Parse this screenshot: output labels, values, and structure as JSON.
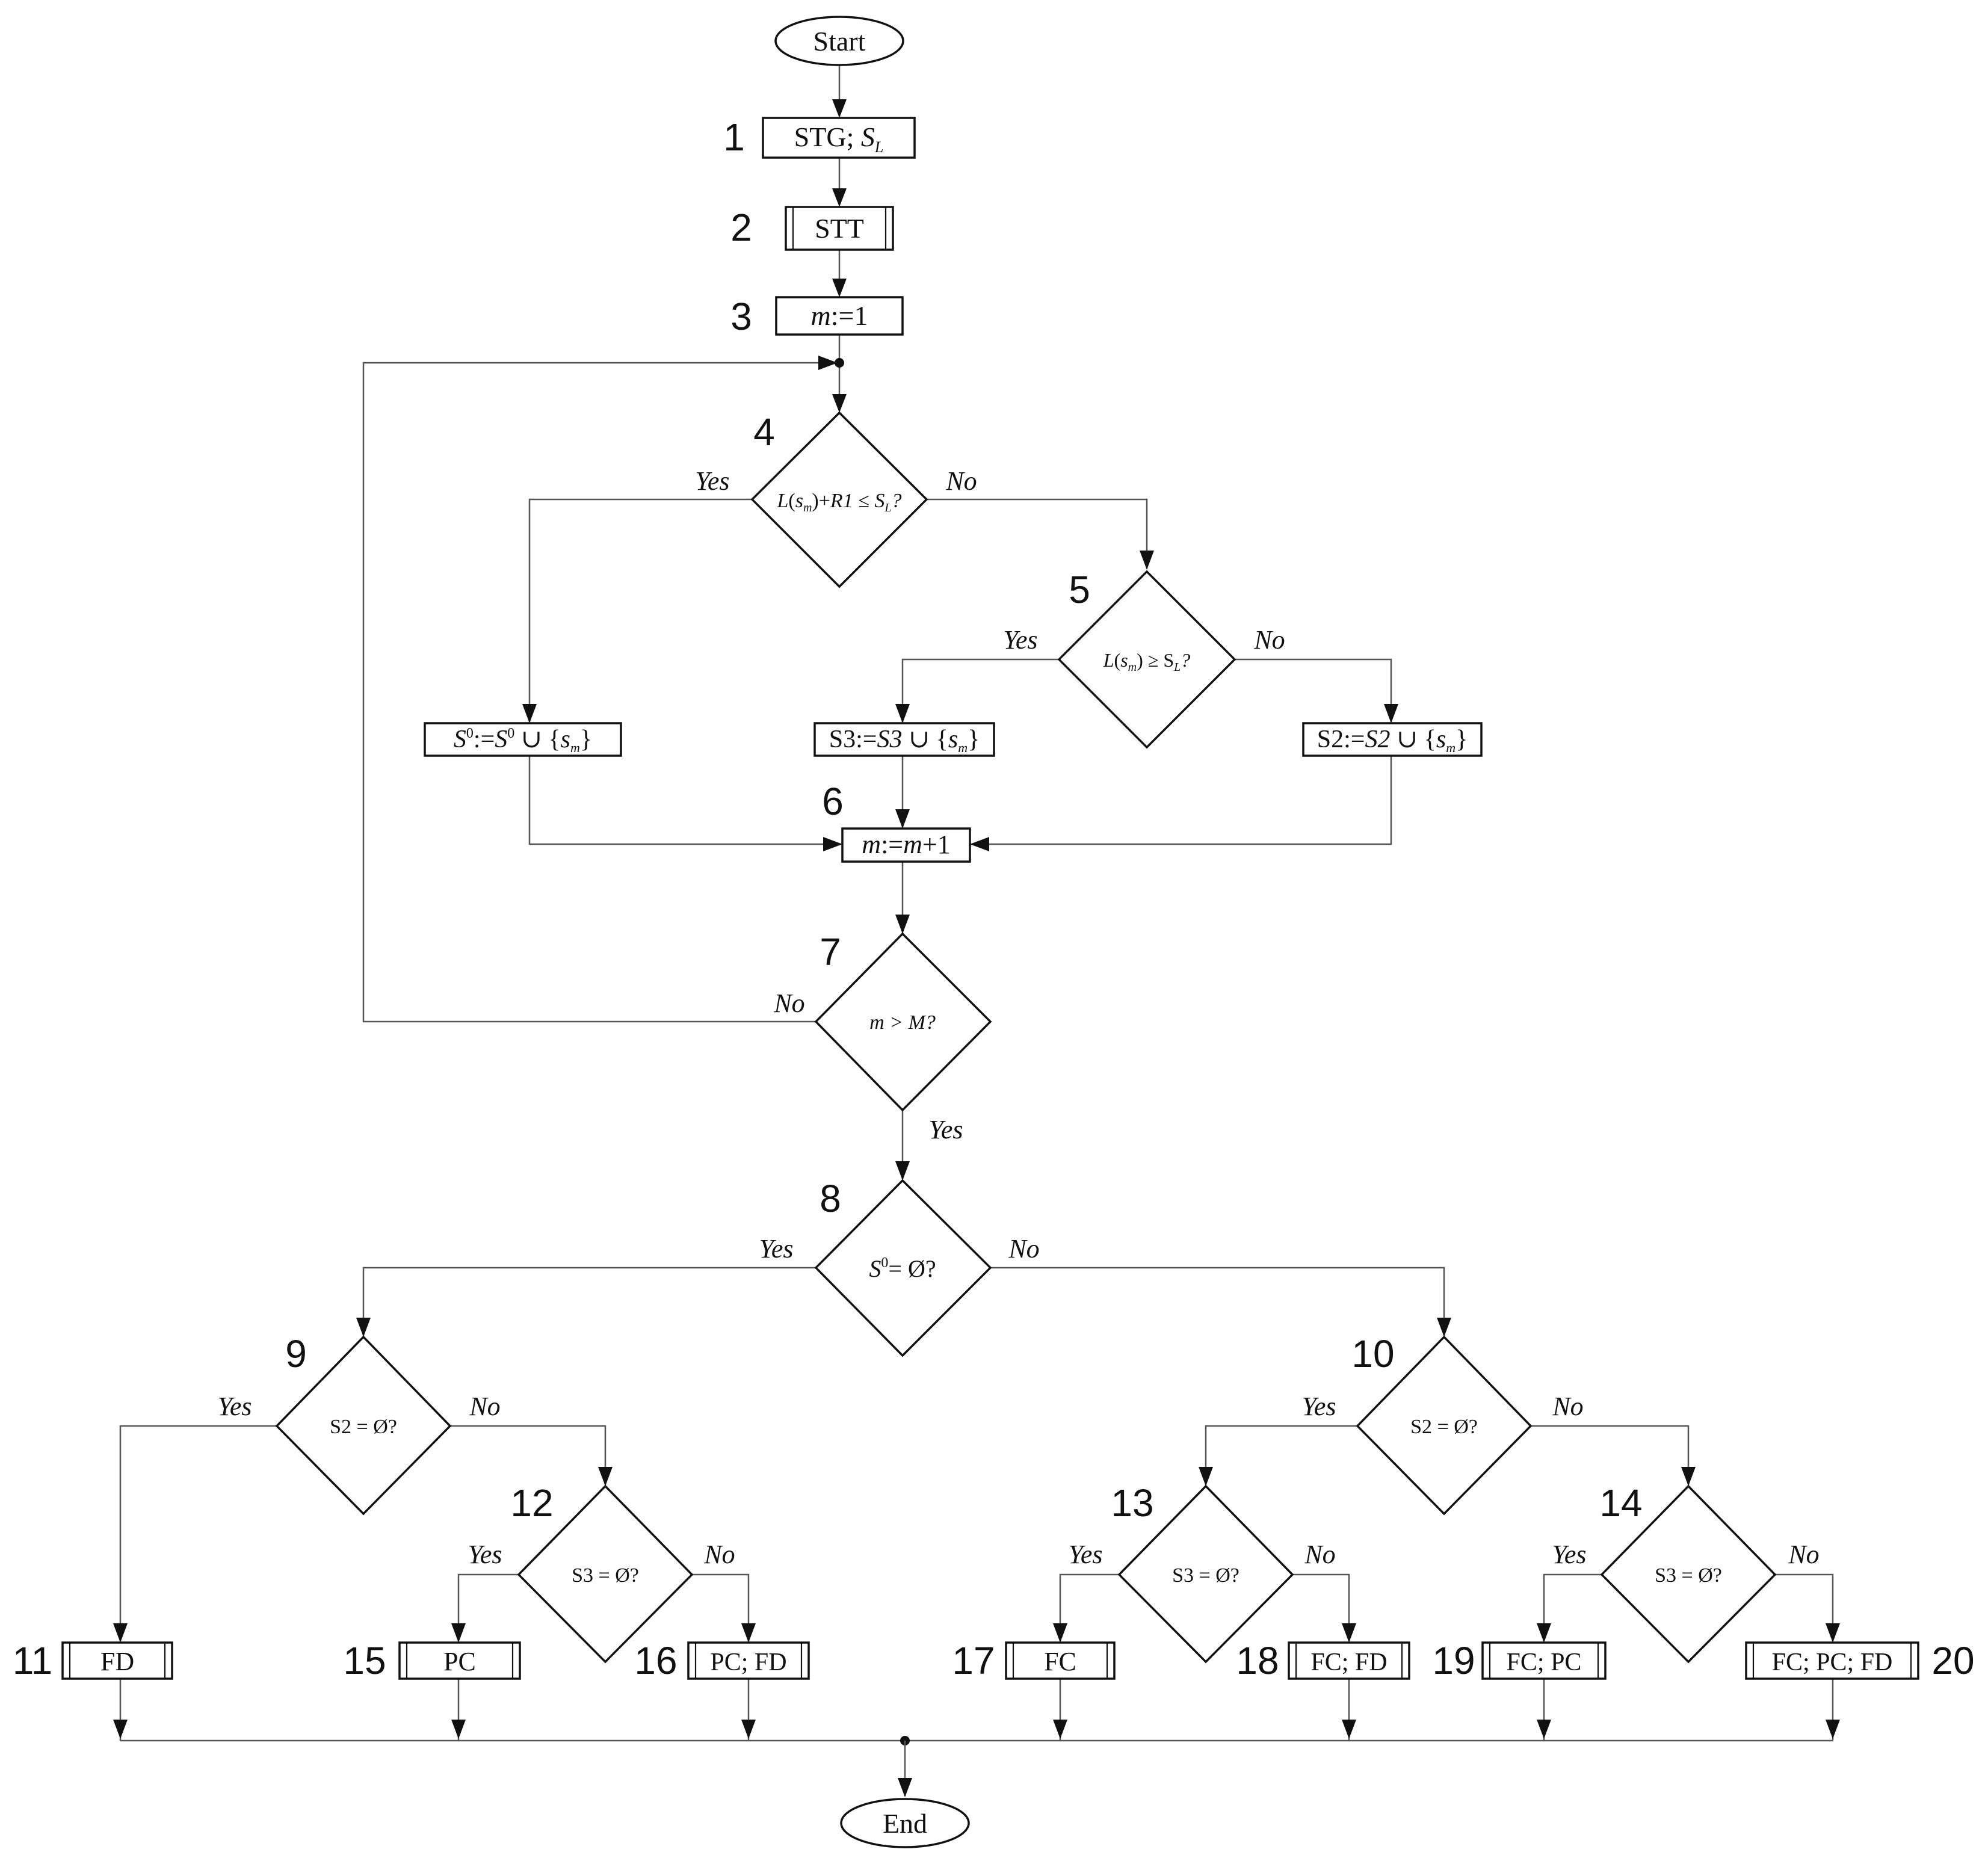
{
  "terminals": {
    "start": "Start",
    "end": "End"
  },
  "steps": {
    "s1": {
      "num": "1",
      "text": "STG; ",
      "math": "S",
      "sub": "L"
    },
    "s2": {
      "num": "2",
      "text": "STT"
    },
    "s3": {
      "num": "3",
      "var": "m",
      "text": ":=1"
    },
    "s4": {
      "num": "4"
    },
    "s5": {
      "num": "5"
    },
    "s6": {
      "num": "6",
      "var": "m",
      "mid": ":=",
      "var2": "m",
      "text": "+1"
    },
    "s7": {
      "num": "7",
      "text": "m > M?"
    },
    "s8": {
      "num": "8",
      "s": "S",
      "sup": "0",
      "text": "= Ø?"
    },
    "s9": {
      "num": "9",
      "text": "S2 = Ø?"
    },
    "s10": {
      "num": "10",
      "text": "S2 = Ø?"
    },
    "s11": {
      "num": "11",
      "text": "FD"
    },
    "s12": {
      "num": "12",
      "text": "S3 = Ø?"
    },
    "s13": {
      "num": "13",
      "text": "S3 = Ø?"
    },
    "s14": {
      "num": "14",
      "text": "S3 = Ø?"
    },
    "s15": {
      "num": "15",
      "text": "PC"
    },
    "s16": {
      "num": "16",
      "text": "PC; FD"
    },
    "s17": {
      "num": "17",
      "text": "FC"
    },
    "s18": {
      "num": "18",
      "text": "FC; FD"
    },
    "s19": {
      "num": "19",
      "text": "FC; PC"
    },
    "s20": {
      "num": "20",
      "text": "FC; PC; FD"
    }
  },
  "assign": {
    "s0": {
      "a": "S",
      "sup": "0",
      "b": ":=",
      "c": "S",
      "sup2": "0",
      "d": " ∪ {",
      "e": "s",
      "sub": "m",
      "f": "}"
    },
    "s3set": {
      "a": "S3:=",
      "b": "S3",
      "c": " ∪ {",
      "d": "s",
      "sub": "m",
      "e": "}"
    },
    "s2set": {
      "a": "S2:=",
      "b": "S2",
      "c": " ∪ {",
      "d": "s",
      "sub": "m",
      "e": "}"
    }
  },
  "cond4": {
    "a": "L",
    "b": "(",
    "c": "s",
    "sub": "m",
    "d": ")+",
    "e": "R1",
    "f": " ≤ ",
    "g": "S",
    "sub2": "L",
    "h": "?"
  },
  "cond5": {
    "a": "L",
    "b": "(",
    "c": "s",
    "sub": "m",
    "d": ") ≥ S",
    "sub2": "L",
    "e": "?"
  },
  "labels": {
    "yes": "Yes",
    "no": "No"
  }
}
